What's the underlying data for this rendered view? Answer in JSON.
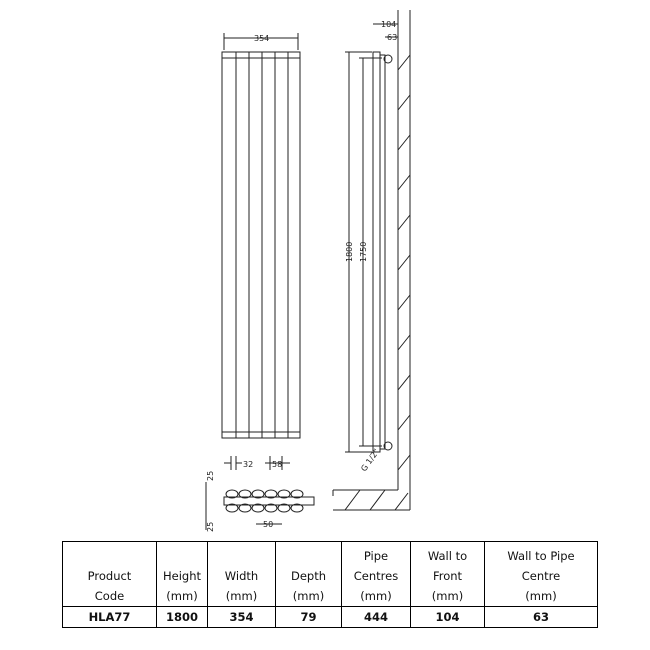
{
  "diagram": {
    "front_width": "354",
    "panel_gap": "32",
    "panel_pitch": "58",
    "side_overall": "104",
    "side_pipe": "63",
    "height_total": "1800",
    "height_centres": "1750",
    "pipe_thread": "G 1/2\"",
    "plan_depth_top": "25",
    "plan_depth_bottom": "25",
    "plan_pitch": "50"
  },
  "table": {
    "headers": [
      [
        "",
        "",
        "Product",
        "Code"
      ],
      [
        "",
        "",
        "Height",
        "(mm)"
      ],
      [
        "",
        "",
        "Width",
        "(mm)"
      ],
      [
        "",
        "",
        "Depth",
        "(mm)"
      ],
      [
        "",
        "Pipe",
        "Centres",
        "(mm)"
      ],
      [
        "",
        "Wall to",
        "Front",
        "(mm)"
      ],
      [
        "",
        "Wall to Pipe",
        "Centre",
        "(mm)"
      ]
    ],
    "row": [
      "HLA77",
      "1800",
      "354",
      "79",
      "444",
      "104",
      "63"
    ]
  }
}
